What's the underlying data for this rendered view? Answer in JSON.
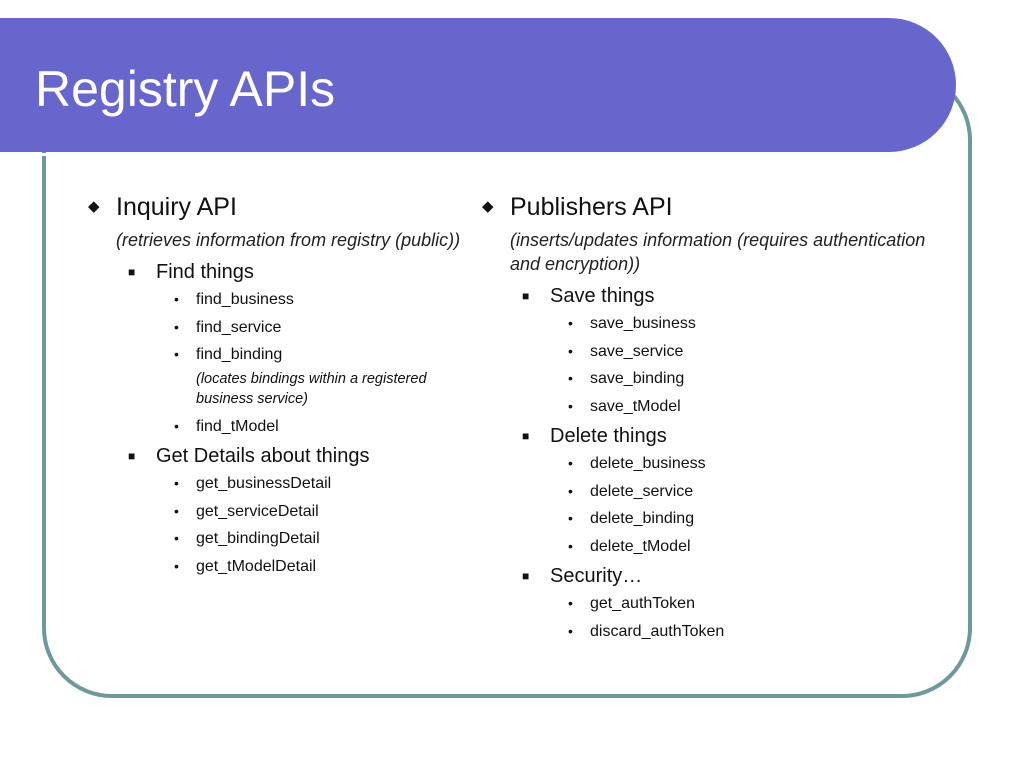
{
  "slide": {
    "title": "Registry APIs"
  },
  "markers": {
    "level1": "◆",
    "level2": "■",
    "level3": "•"
  },
  "left_column": {
    "heading": "Inquiry API",
    "description": "(retrieves information from registry (public))",
    "find_group": {
      "label": "Find things",
      "items": [
        "find_business",
        "find_service",
        "find_binding",
        "find_tModel"
      ],
      "note": "(locates bindings within a registered business service)"
    },
    "details_group": {
      "label": "Get Details about things",
      "items": [
        "get_businessDetail",
        "get_serviceDetail",
        "get_bindingDetail",
        "get_tModelDetail"
      ]
    }
  },
  "right_column": {
    "heading": "Publishers API",
    "description": "(inserts/updates information (requires authentication and encryption))",
    "save_group": {
      "label": "Save things",
      "items": [
        "save_business",
        "save_service",
        "save_binding",
        "save_tModel"
      ]
    },
    "delete_group": {
      "label": "Delete things",
      "items": [
        "delete_business",
        "delete_service",
        "delete_binding",
        "delete_tModel"
      ]
    },
    "security_group": {
      "label": "Security…",
      "items": [
        "get_authToken",
        "discard_authToken"
      ]
    }
  }
}
